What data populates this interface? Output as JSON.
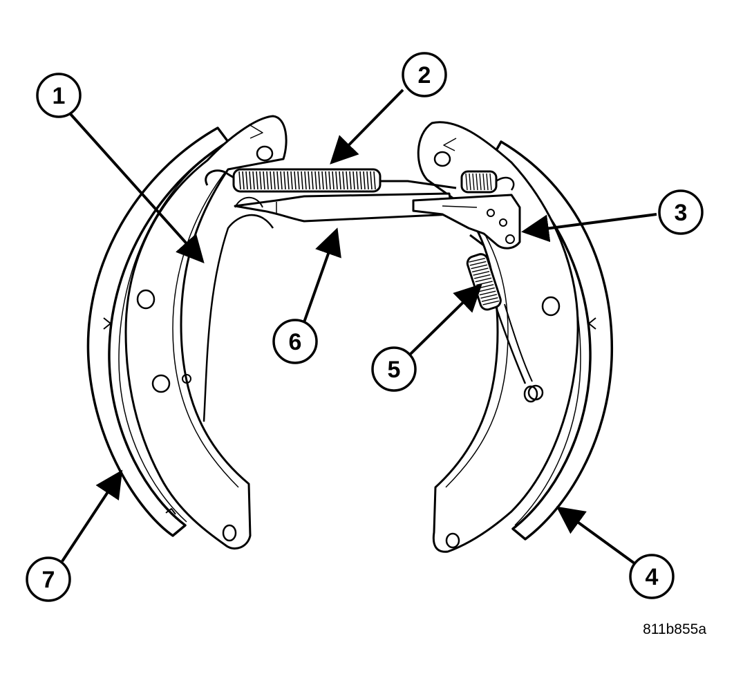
{
  "figure": {
    "id_label": "811b855a",
    "line_color": "#000000",
    "background": "#ffffff"
  },
  "callouts": [
    {
      "number": "1"
    },
    {
      "number": "2"
    },
    {
      "number": "3"
    },
    {
      "number": "4"
    },
    {
      "number": "5"
    },
    {
      "number": "6"
    },
    {
      "number": "7"
    }
  ]
}
